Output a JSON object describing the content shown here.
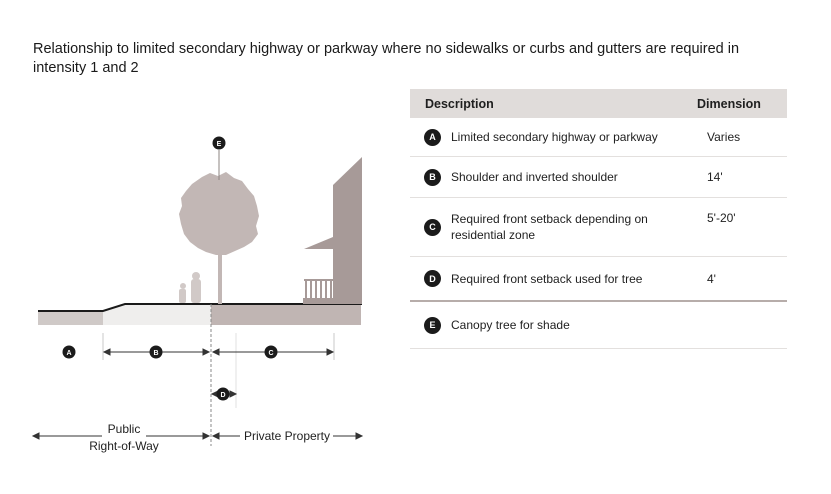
{
  "title": "Relationship to limited secondary highway or parkway where no sidewalks or curbs and gutters are required in intensity 1 and 2",
  "table": {
    "headers": {
      "description": "Description",
      "dimension": "Dimension"
    },
    "rows": [
      {
        "key": "A",
        "description": "Limited secondary highway or parkway",
        "dimension": "Varies"
      },
      {
        "key": "B",
        "description": "Shoulder and inverted shoulder",
        "dimension": "14'"
      },
      {
        "key": "C",
        "description": "Required front setback depending on residential zone",
        "dimension": "5'-20'"
      },
      {
        "key": "D",
        "description": "Required front setback used for tree",
        "dimension": "4'"
      },
      {
        "key": "E",
        "description": "Canopy tree for shade",
        "dimension": ""
      }
    ]
  },
  "diagram": {
    "markers": {
      "a": "A",
      "b": "B",
      "c": "C",
      "d": "D",
      "e": "E"
    },
    "public_label_1": "Public",
    "public_label_2": "Right-of-Way",
    "private_label": "Private Property",
    "colors": {
      "road": "#cfc9c7",
      "shoulder": "#efeeed",
      "private_ground": "#c0b5b3",
      "tree": "#c2b7b5",
      "house": "#a79a98",
      "badge": "#1b1b1b"
    }
  }
}
